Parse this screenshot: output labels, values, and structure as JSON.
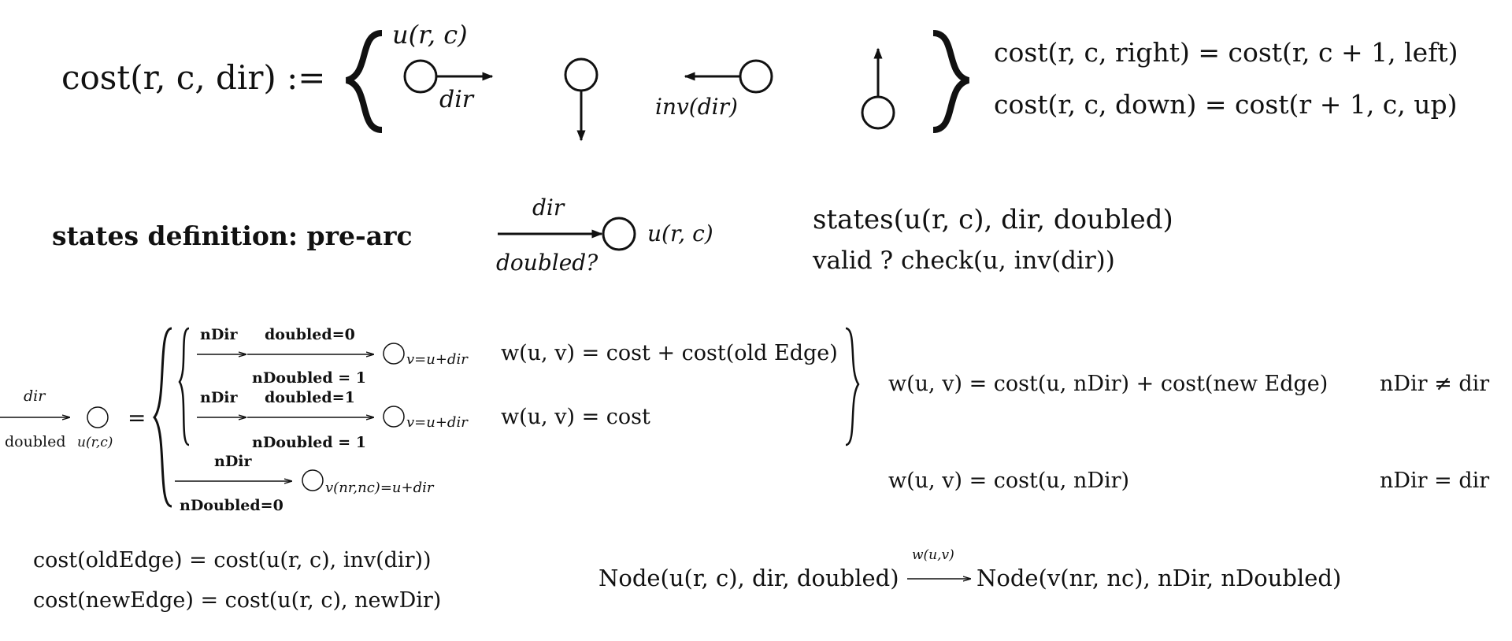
{
  "cost_definition": {
    "lhs": "cost(r, c, dir) :=",
    "node_label": "u(r, c)",
    "dir_label": "dir",
    "inv_label": "inv(dir)",
    "eq_right": "cost(r, c, right) = cost(r, c + 1, left)",
    "eq_down": "cost(r, c, down) = cost(r + 1, c, up)"
  },
  "states_definition": {
    "title": "states definition: pre-arc",
    "arc_dir": "dir",
    "arc_doubled": "doubled?",
    "node_label": "u(r, c)",
    "states_line": "states(u(r, c), dir, doubled)",
    "valid_line": "valid ? check(u, inv(dir))"
  },
  "transitions": {
    "in_dir": "dir",
    "in_doubled": "doubled",
    "in_node": "u(r,c)",
    "equals": "=",
    "case1_top_left": "nDir",
    "case1_top_right": "doubled=0",
    "case1_bottom": "nDoubled = 1",
    "case1_target": "v=u+dir",
    "case1_weight": "w(u, v) = cost + cost(old Edge)",
    "case2_top_left": "nDir",
    "case2_top_right": "doubled=1",
    "case2_bottom": "nDoubled = 1",
    "case2_target": "v=u+dir",
    "case2_weight": "w(u, v) = cost",
    "case3_top": "nDir",
    "case3_bottom": "nDoubled=0",
    "case3_target": "v(nr,nc)=u+dir",
    "brace_weight": "w(u, v) = cost(u, nDir) + cost(new Edge)",
    "brace_cond": "nDir ≠ dir",
    "straight_weight": "w(u, v) = cost(u, nDir)",
    "straight_cond": "nDir = dir"
  },
  "footer": {
    "old_edge": "cost(oldEdge) = cost(u(r, c), inv(dir))",
    "new_edge": "cost(newEdge) = cost(u(r, c), newDir)",
    "node_transition_from": "Node(u(r, c), dir, doubled)",
    "node_transition_arrow_label": "w(u,v)",
    "node_transition_to": "Node(v(nr, nc), nDir, nDoubled)"
  }
}
